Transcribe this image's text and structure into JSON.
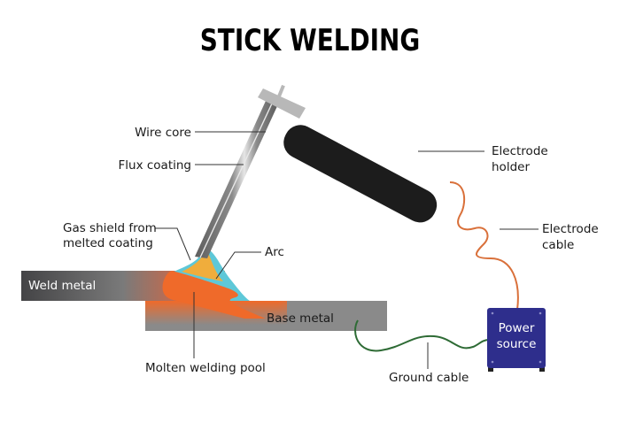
{
  "title": "STICK WELDING",
  "labels": {
    "wire_core": "Wire core",
    "flux_coating": "Flux coating",
    "gas_shield_line1": "Gas shield from",
    "gas_shield_line2": "melted coating",
    "arc": "Arc",
    "weld_metal": "Weld metal",
    "base_metal": "Base metal",
    "molten_pool": "Molten welding pool",
    "electrode_holder_line1": "Electrode",
    "electrode_holder_line2": "holder",
    "electrode_cable_line1": "Electrode",
    "electrode_cable_line2": "cable",
    "power_source_line1": "Power",
    "power_source_line2": "source",
    "ground_cable": "Ground cable"
  },
  "colors": {
    "holder": "#1c1c1c",
    "clamp": "#b8b8b8",
    "electrode": "#6e6e6e",
    "gas_shield": "#5ec8d8",
    "arc": "#f0ad3c",
    "molten_pool": "#ef6a2a",
    "base_metal": "#8a8a8a",
    "weld_metal_dark": "#4a4a4c",
    "power_source": "#2e2e8c",
    "electrode_cable": "#d9703a",
    "ground_cable": "#2e6b35"
  }
}
